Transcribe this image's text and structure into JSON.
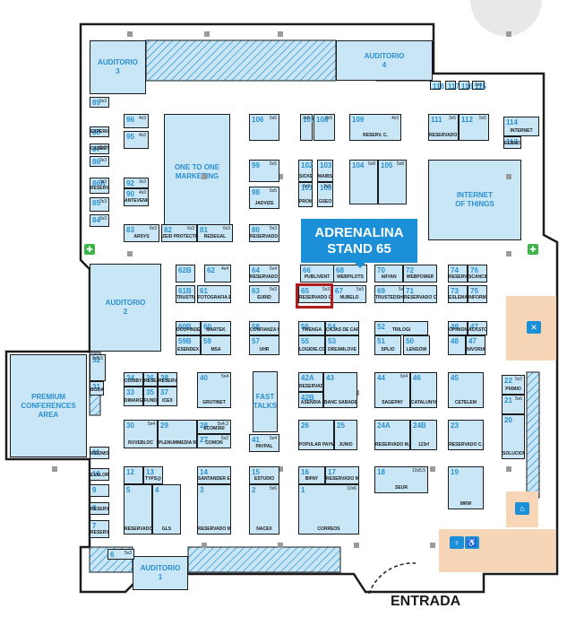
{
  "callout": {
    "title": "ADRENALINA",
    "subtitle": "STAND 65"
  },
  "entrance_label": "ENTRADA",
  "rooms": [
    {
      "id": "aud3",
      "label": "AUDITORIO\n3"
    },
    {
      "id": "aud4",
      "label": "AUDITORIO\n4"
    },
    {
      "id": "aud2",
      "label": "AUDITORIO\n2"
    },
    {
      "id": "aud1",
      "label": "AUDITORIO\n1"
    },
    {
      "id": "one2one",
      "label": "ONE TO ONE\nMARKETING"
    },
    {
      "id": "fast",
      "label": "FAST\nTALKS"
    },
    {
      "id": "premium",
      "label": "PREMIUM\nCONFERENCES\nAREA"
    },
    {
      "id": "internet",
      "label": "INTERNET\nOF THINGS"
    }
  ],
  "stands": [
    {
      "n": "118",
      "s": "",
      "l": ""
    },
    {
      "n": "117",
      "s": "",
      "l": ""
    },
    {
      "n": "116",
      "s": "",
      "l": ""
    },
    {
      "n": "115",
      "s": "3x3",
      "l": ""
    },
    {
      "n": "114",
      "s": "",
      "l": "INTERNET"
    },
    {
      "n": "113",
      "s": "",
      "l": "EENNOVA"
    },
    {
      "n": "89",
      "s": "3x3",
      "l": ""
    },
    {
      "n": "88",
      "s": "",
      "l": "EXPERIAN"
    },
    {
      "n": "87",
      "s": "3x3",
      "l": "CABESTAN"
    },
    {
      "n": "86",
      "s": "3x3",
      "l": ""
    },
    {
      "n": "86A",
      "s": "3x3",
      "l": "RESERV. C."
    },
    {
      "n": "85",
      "s": "3x3",
      "l": ""
    },
    {
      "n": "84",
      "s": "3x3",
      "l": ""
    },
    {
      "n": "96",
      "s": "4x3",
      "l": ""
    },
    {
      "n": "95",
      "s": "4x3",
      "l": ""
    },
    {
      "n": "92",
      "s": "3x3",
      "l": ""
    },
    {
      "n": "90",
      "s": "4x3",
      "l": "ANTEVENIO"
    },
    {
      "n": "106",
      "s": "5x5",
      "l": ""
    },
    {
      "n": "107",
      "s": "3x5",
      "l": ""
    },
    {
      "n": "108",
      "s": "3x5",
      "l": ""
    },
    {
      "n": "109",
      "s": "4x3",
      "l": "RESERV. C."
    },
    {
      "n": "111",
      "s": "3x5",
      "l": "RESERVADO C."
    },
    {
      "n": "112",
      "s": "5x5",
      "l": ""
    },
    {
      "n": "99",
      "s": "5x5",
      "l": ""
    },
    {
      "n": "98",
      "s": "5x5",
      "l": "JADVIZE"
    },
    {
      "n": "102",
      "s": "",
      "l": "SICKEL"
    },
    {
      "n": "103",
      "s": "",
      "l": "MAIBSY"
    },
    {
      "n": "101",
      "s": "3x3",
      "l": "PROMIAE"
    },
    {
      "n": "100",
      "s": "3x3",
      "l": "GSEO"
    },
    {
      "n": "104",
      "s": "5x8",
      "l": ""
    },
    {
      "n": "105",
      "s": "5x8",
      "l": ""
    },
    {
      "n": "83",
      "s": "6x3",
      "l": "ARSYS"
    },
    {
      "n": "82",
      "s": "6x3",
      "l": "ZEID PROTECTION"
    },
    {
      "n": "81",
      "s": "6x3",
      "l": "REDEGAL"
    },
    {
      "n": "80",
      "s": "5x3",
      "l": "RESERVADO C."
    },
    {
      "n": "62B",
      "s": "",
      "l": ""
    },
    {
      "n": "62",
      "s": "4x4",
      "l": ""
    },
    {
      "n": "64",
      "s": "5x4",
      "l": "RESERVADO C."
    },
    {
      "n": "66",
      "s": "",
      "l": "PUBLIVENT"
    },
    {
      "n": "68",
      "s": "",
      "l": "WEBPILOTS"
    },
    {
      "n": "70",
      "s": "",
      "l": "ARYAN"
    },
    {
      "n": "72",
      "s": "",
      "l": "WEBPOWER"
    },
    {
      "n": "74",
      "s": "",
      "l": "RESERV. C."
    },
    {
      "n": "76",
      "s": "",
      "l": "SCANCIBE"
    },
    {
      "n": "61B",
      "s": "",
      "l": "TRUSTIVITY"
    },
    {
      "n": "61",
      "s": "",
      "l": "FOTOGRAFIA E-COMMERCE"
    },
    {
      "n": "63",
      "s": "5x3",
      "l": "EURID"
    },
    {
      "n": "65",
      "s": "5x3",
      "l": "RESERVADO C."
    },
    {
      "n": "67",
      "s": "5x3",
      "l": "NUBELO"
    },
    {
      "n": "69",
      "s": "5x3",
      "l": "TRUSTEDSHOP"
    },
    {
      "n": "71",
      "s": "",
      "l": "RESERVADO C."
    },
    {
      "n": "73",
      "s": "",
      "l": "ESLEMA"
    },
    {
      "n": "75",
      "s": "",
      "l": "INFORMA"
    },
    {
      "n": "60B",
      "s": "",
      "l": "DOOFINDER"
    },
    {
      "n": "60",
      "s": "",
      "l": "MARTEK"
    },
    {
      "n": "58",
      "s": "",
      "l": "CONFIANZA ONLINE"
    },
    {
      "n": "56",
      "s": "",
      "l": "TWENGA"
    },
    {
      "n": "54",
      "s": "",
      "l": "CAJAS DE CARTON"
    },
    {
      "n": "52",
      "s": "",
      "l": "TRILOGI"
    },
    {
      "n": "49",
      "s": "",
      "l": "OPINIONES VERIFICADAS"
    },
    {
      "n": "47",
      "s": "",
      "l": "ACKSTORM"
    },
    {
      "n": "59B",
      "s": "",
      "l": "ESENDEX"
    },
    {
      "n": "59",
      "s": "",
      "l": "MSA"
    },
    {
      "n": "57",
      "s": "",
      "l": "UHR"
    },
    {
      "n": "55",
      "s": "",
      "l": "LOGIDIE.COM"
    },
    {
      "n": "53",
      "s": "",
      "l": "DREAMLOVE"
    },
    {
      "n": "51",
      "s": "",
      "l": "SPLIO"
    },
    {
      "n": "50",
      "s": "",
      "l": "LENGOW"
    },
    {
      "n": "48",
      "s": "",
      "l": ""
    },
    {
      "n": "47",
      "s": "",
      "l": "NIVORIA"
    },
    {
      "n": "32",
      "s": "3x5,5",
      "l": ""
    },
    {
      "n": "31",
      "s": "",
      "l": "BODANET"
    },
    {
      "n": "34",
      "s": "",
      "l": "CODIBYSE"
    },
    {
      "n": "36",
      "s": "",
      "l": "RESERV. C."
    },
    {
      "n": "38",
      "s": "",
      "l": "RESERV. M."
    },
    {
      "n": "40",
      "s": "5x4",
      "l": "GRUTINET"
    },
    {
      "n": "33",
      "s": "",
      "l": "DIMARGAGE"
    },
    {
      "n": "35",
      "s": "",
      "l": "FUNDACIO PUNT CAT"
    },
    {
      "n": "37",
      "s": "",
      "l": "ICEX"
    },
    {
      "n": "42A",
      "s": "",
      "l": "RESERVADO C."
    },
    {
      "n": "43",
      "s": "",
      "l": "BANC SABADELL"
    },
    {
      "n": "42B",
      "s": "",
      "l": "ASENDIA"
    },
    {
      "n": "44",
      "s": "6x4",
      "l": "SAGEPAY"
    },
    {
      "n": "46",
      "s": "",
      "l": "CATALUNYA CAIXA"
    },
    {
      "n": "45",
      "s": "",
      "l": "CETELEM"
    },
    {
      "n": "22",
      "s": "5x2",
      "l": "PIXMIO"
    },
    {
      "n": "21",
      "s": "5x6",
      "l": ""
    },
    {
      "n": "20",
      "s": "",
      "l": "SOLUCIONES"
    },
    {
      "n": "30",
      "s": "5x4",
      "l": "RUVEBLOC"
    },
    {
      "n": "29",
      "s": "",
      "l": "PLENUMMEDIA RELEVANT TRAFFIC"
    },
    {
      "n": "28",
      "s": "5x4,2",
      "l": "ECOM360"
    },
    {
      "n": "27",
      "s": "5x2",
      "l": "COMON"
    },
    {
      "n": "41",
      "s": "5x4",
      "l": "PAYPAL"
    },
    {
      "n": "26",
      "s": "",
      "l": "POPULAR PAYMENTS"
    },
    {
      "n": "25",
      "s": "",
      "l": "JUNIO"
    },
    {
      "n": "24A",
      "s": "",
      "l": "RESERVADO M."
    },
    {
      "n": "24B",
      "s": "",
      "l": "123rf"
    },
    {
      "n": "23",
      "s": "",
      "l": "RESERVADO C."
    },
    {
      "n": "11",
      "s": "",
      "l": "IPROMO"
    },
    {
      "n": "10",
      "s": "",
      "l": "EVALOR"
    },
    {
      "n": "9",
      "s": "",
      "l": ""
    },
    {
      "n": "8",
      "s": "",
      "l": "RESERV. C."
    },
    {
      "n": "7",
      "s": "",
      "l": "RESERV. C."
    },
    {
      "n": "12",
      "s": "",
      "l": ""
    },
    {
      "n": "13",
      "s": "",
      "l": "TYPS@"
    },
    {
      "n": "14",
      "s": "",
      "l": "SANTANDER ELAVON"
    },
    {
      "n": "15",
      "s": "",
      "l": "ESTUDIO"
    },
    {
      "n": "16",
      "s": "",
      "l": "BIPAY"
    },
    {
      "n": "17",
      "s": "",
      "l": "RESERVADO M."
    },
    {
      "n": "18",
      "s": "10x5,5",
      "l": "SEUR"
    },
    {
      "n": "19",
      "s": "",
      "l": "MRW"
    },
    {
      "n": "5",
      "s": "",
      "l": "RESERVADO C."
    },
    {
      "n": "4",
      "s": "",
      "l": "GLS"
    },
    {
      "n": "3",
      "s": "",
      "l": "RESERVADO M."
    },
    {
      "n": "2",
      "s": "5x6",
      "l": "NACEX"
    },
    {
      "n": "1",
      "s": "10x6",
      "l": "CORREOS"
    },
    {
      "n": "6",
      "s": "5x3",
      "l": ""
    }
  ]
}
